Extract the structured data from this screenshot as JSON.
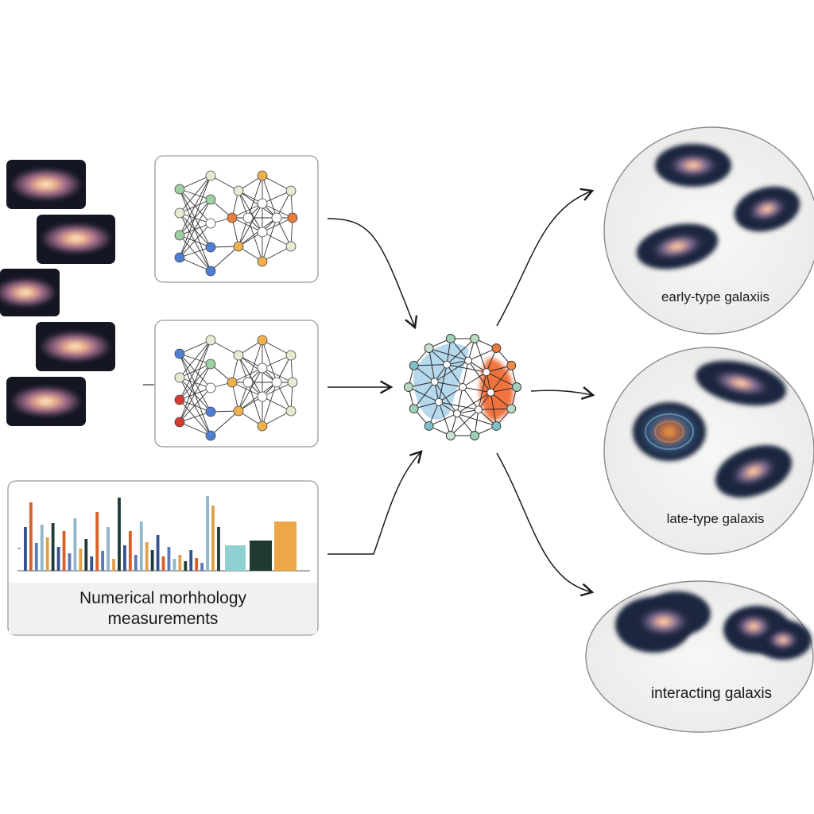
{
  "measurements": {
    "line1": "Numerical morhhology",
    "line2": "measurements"
  },
  "classes": {
    "early": "early-type galaxiis",
    "late": "late-type galaxis",
    "interacting": "interacting galaxis"
  },
  "bar_chart": {
    "type": "bar",
    "values": [
      0.55,
      0.86,
      0.35,
      0.58,
      0.42,
      0.6,
      0.3,
      0.5,
      0.22,
      0.66,
      0.28,
      0.4,
      0.18,
      0.74,
      0.25,
      0.55,
      0.15,
      0.92,
      0.32,
      0.5,
      0.2,
      0.62,
      0.36,
      0.26,
      0.45,
      0.18,
      0.3,
      0.15,
      0.2,
      0.12,
      0.26,
      0.16,
      0.1,
      0.94,
      0.82,
      0.55,
      0.32,
      0.38,
      0.62
    ],
    "series_colors": [
      "#34508f",
      "#d95f2a",
      "#5b79b8",
      "#8fb6c9",
      "#e0a14a",
      "#1f3a3a"
    ],
    "final_bars": [
      0.32,
      0.38,
      0.62
    ],
    "final_colors": [
      "#8fd0d0",
      "#1f3a33",
      "#eea746"
    ]
  },
  "colors": {
    "node_green": "#9ecfa0",
    "node_blue": "#4f7fd3",
    "node_orange": "#e87d3e",
    "node_red": "#d33b33",
    "node_gold": "#f0b04e",
    "node_light": "#e6ead0",
    "hub_blue": "#5aa9d6",
    "hub_orange": "#ef5a1e",
    "panel_border": "#9a9a9a"
  }
}
